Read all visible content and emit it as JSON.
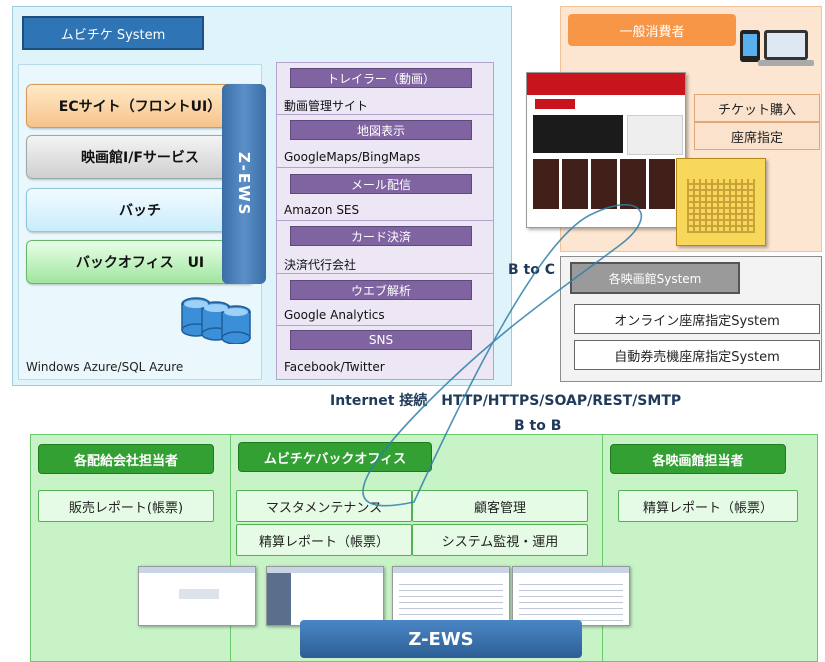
{
  "system": {
    "title": "ムビチケ System",
    "layers": [
      "ECサイト（フロントUI）",
      "映画館I/Fサービス",
      "バッチ",
      "バックオフィス　UI"
    ],
    "ews_label": "Z-EWS",
    "platform": "Windows  Azure/SQL Azure",
    "services": [
      {
        "button": "トレイラー（動画）",
        "label": "動画管理サイト"
      },
      {
        "button": "地図表示",
        "label": "GoogleMaps/BingMaps"
      },
      {
        "button": "メール配信",
        "label": "Amazon SES"
      },
      {
        "button": "カード決済",
        "label": "決済代行会社"
      },
      {
        "button": "ウエブ解析",
        "label": "Google Analytics"
      },
      {
        "button": "SNS",
        "label": "Facebook/Twitter"
      }
    ]
  },
  "consumer": {
    "title": "一般消費者",
    "actions": [
      "チケット購入",
      "座席指定"
    ]
  },
  "cinema_system": {
    "title": "各映画館System",
    "items": [
      "オンライン座席指定System",
      "自動券売機座席指定System"
    ]
  },
  "connections": {
    "b_to_c": "B to C",
    "internet": "Internet 接続　HTTP/HTTPS/SOAP/REST/SMTP",
    "b_to_b": "B to B"
  },
  "bottom": {
    "distributor": {
      "title": "各配給会社担当者",
      "items": [
        "販売レポート(帳票)"
      ]
    },
    "backoffice": {
      "title": "ムビチケバックオフィス",
      "items": [
        "マスタメンテナンス",
        "顧客管理",
        "精算レポート（帳票）",
        "システム監視・運用"
      ]
    },
    "theater": {
      "title": "各映画館担当者",
      "items": [
        "精算レポート（帳票）"
      ]
    },
    "ews_label": "Z-EWS"
  },
  "colors": {
    "system_title": "#2f74b5",
    "service_button": "#8064a2",
    "consumer_title": "#f79646",
    "bottom_title": "#33a033",
    "ews": "#2d5e95"
  }
}
